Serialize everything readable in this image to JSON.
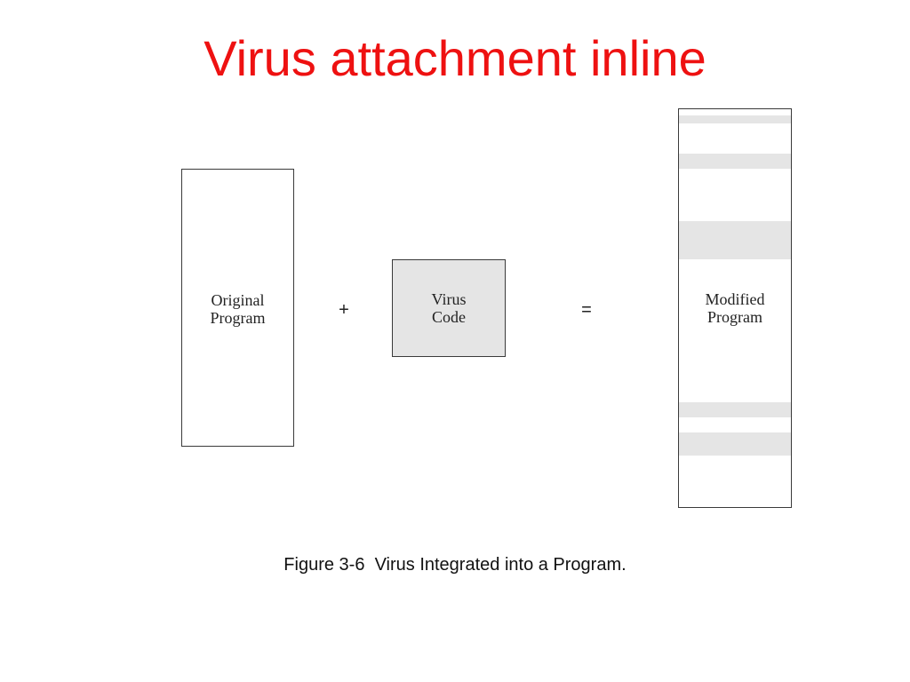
{
  "slide": {
    "title": "Virus attachment inline",
    "caption": "Figure 3-6  Virus Integrated into a Program."
  },
  "diagram": {
    "original_program": {
      "label_lines": [
        "Original",
        "Program"
      ]
    },
    "plus_sign": "+",
    "virus_code": {
      "label_lines": [
        "Virus",
        "Code"
      ]
    },
    "equals_sign": "=",
    "modified_program": {
      "label_lines": [
        "Modified",
        "Program"
      ]
    }
  },
  "colors": {
    "title": "#ee1111",
    "virus_fill": "#e5e5e5",
    "border": "#3a3a3a"
  }
}
